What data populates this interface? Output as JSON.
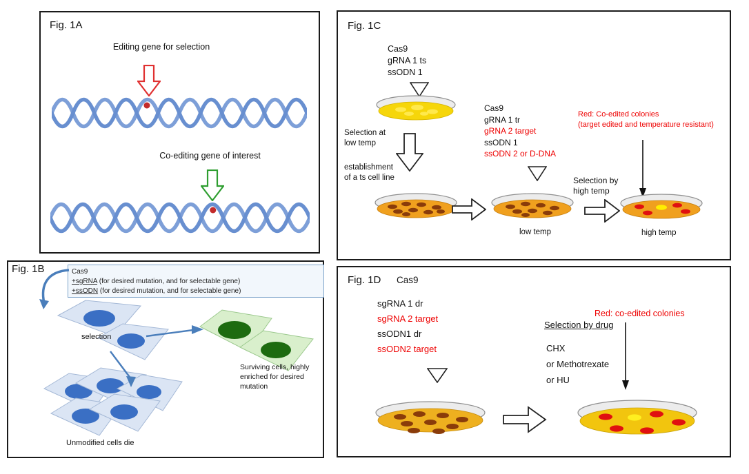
{
  "colors": {
    "red_text": "#ee0000",
    "helix_blue": "#7d9fd8",
    "arrow_red_outline": "#e03030",
    "arrow_green_outline": "#2e9e30",
    "cell_blue_fill": "#dbe5f4",
    "cell_blue_nucleus": "#3a6fc4",
    "cell_green_fill": "#d9efcc",
    "cell_green_nucleus": "#1d6b10",
    "dish_yellow": "#f6d60a",
    "dish_orange": "#f0a01e",
    "dish_gold": "#eeb01f",
    "colony_brown": "#8a3c0a",
    "colony_red": "#e01010",
    "colony_yellow": "#ffee00"
  },
  "panel_a": {
    "label": "Fig. 1A",
    "caption_top": "Editing gene for selection",
    "caption_bottom": "Co-editing gene of interest"
  },
  "panel_b": {
    "label": "Fig. 1B",
    "mix_box": {
      "line1": "Cas9",
      "line2_u": "+sgRNA",
      "line2_rest": " (for desired mutation, and for selectable gene)",
      "line3_u": "+ssODN",
      "line3_rest": " (for desired mutation, and for selectable gene)"
    },
    "selection_label": "selection",
    "surviving_label": "Surviving cells, highly enriched for desired mutation",
    "unmodified_label": "Unmodified cells die"
  },
  "panel_c": {
    "label": "Fig. 1C",
    "mix1": {
      "l1": "Cas9",
      "l2": "gRNA 1 ts",
      "l3": "ssODN 1"
    },
    "selection_low_l1": "Selection at",
    "selection_low_l2": "low temp",
    "establishment_l1": "establishment",
    "establishment_l2": "of a ts cell line",
    "mix2": {
      "l1": "Cas9",
      "l2": "gRNA 1 tr",
      "l3": "gRNA 2 target",
      "l4": "ssODN 1",
      "l5": "ssODN 2 or D-DNA"
    },
    "red_note_l1": "Red: Co-edited colonies",
    "red_note_l2": "(target edited and temperature resistant)",
    "selection_high_l1": "Selection by",
    "selection_high_l2": "high temp",
    "low_temp_label": "low temp",
    "high_temp_label": "high temp"
  },
  "panel_d": {
    "label": "Fig. 1D",
    "cas9": "Cas9",
    "mix": {
      "l1": "sgRNA 1 dr",
      "l2": "sgRNA 2 target",
      "l3": "ssODN1 dr",
      "l4": "ssODN2 target"
    },
    "selection_drug": "Selection by drug",
    "drugs": {
      "l1": "CHX",
      "l2": "or Methotrexate",
      "l3": "or HU"
    },
    "red_note": "Red: co-edited colonies"
  }
}
